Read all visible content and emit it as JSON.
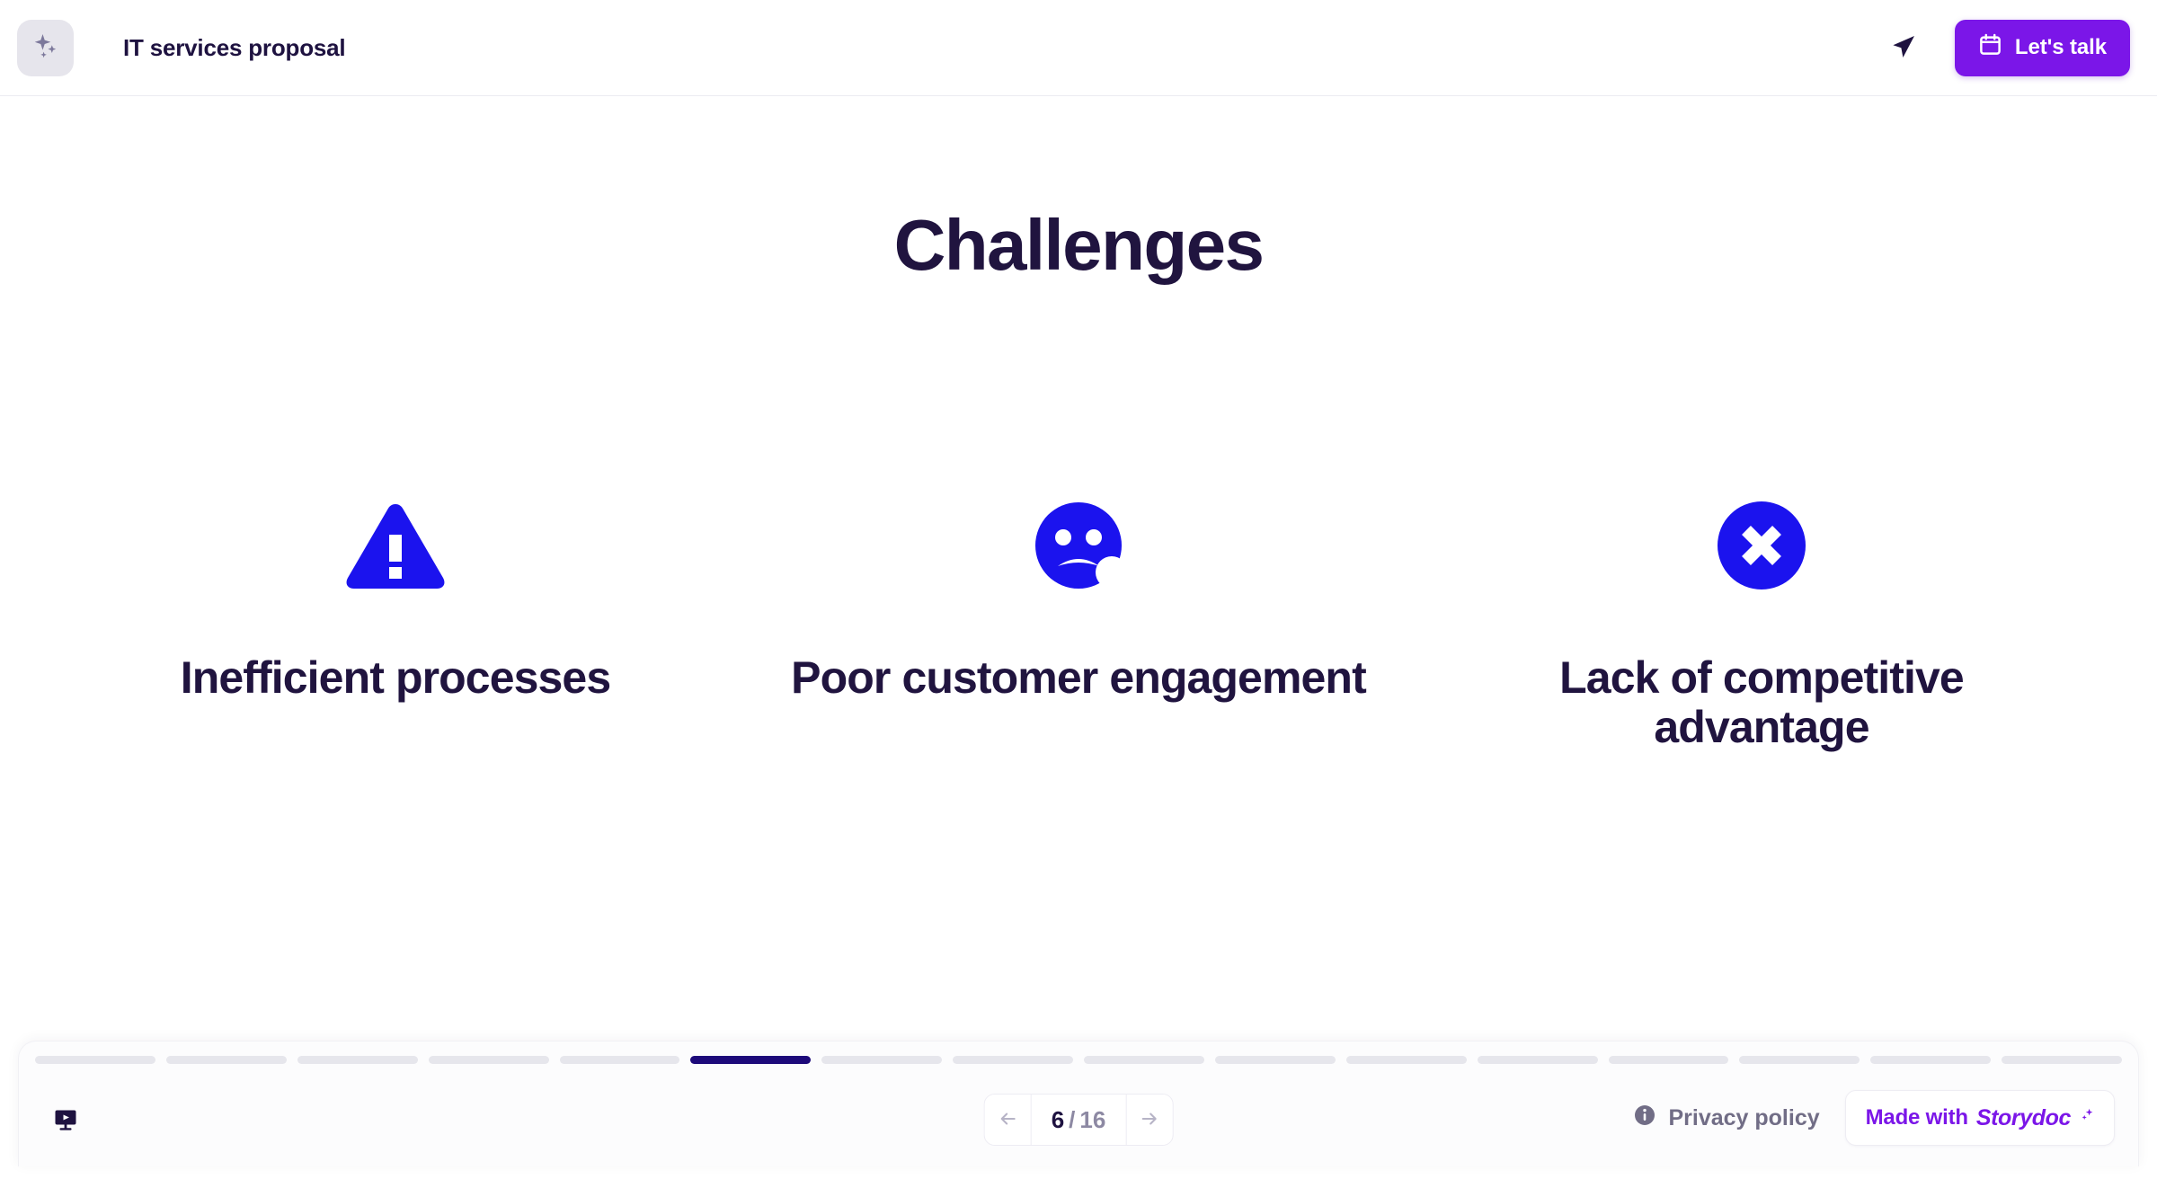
{
  "header": {
    "logo_icon": "sparkles-icon",
    "title": "IT services proposal",
    "send_icon": "send-plane-icon",
    "cta": {
      "label": "Let's talk",
      "icon": "calendar-icon",
      "bg_color": "#7B16E8",
      "text_color": "#FFFFFF"
    }
  },
  "slide": {
    "title": "Challenges",
    "title_color": "#20143F",
    "accent_color": "#1B13EE",
    "cards": [
      {
        "icon": "warning-triangle-icon",
        "label": "Inefficient processes"
      },
      {
        "icon": "sad-face-icon",
        "label": "Poor customer engagement"
      },
      {
        "icon": "x-circle-icon",
        "label": "Lack of competitive advantage"
      }
    ]
  },
  "bottom_bar": {
    "present_icon": "present-monitor-play-icon",
    "progress": {
      "total": 16,
      "active_index": 6,
      "active_color": "#1D0A7A",
      "inactive_color": "#E6E6EC"
    },
    "pager": {
      "prev_icon": "arrow-left-icon",
      "next_icon": "arrow-right-icon",
      "current": "6",
      "separator": "/",
      "total": "16"
    },
    "privacy": {
      "icon": "info-icon",
      "label": "Privacy policy"
    },
    "storydoc": {
      "made_with": "Made with",
      "brand": "Storydoc",
      "sparkle_icon": "sparkle-icon",
      "color": "#7B16E8"
    }
  }
}
